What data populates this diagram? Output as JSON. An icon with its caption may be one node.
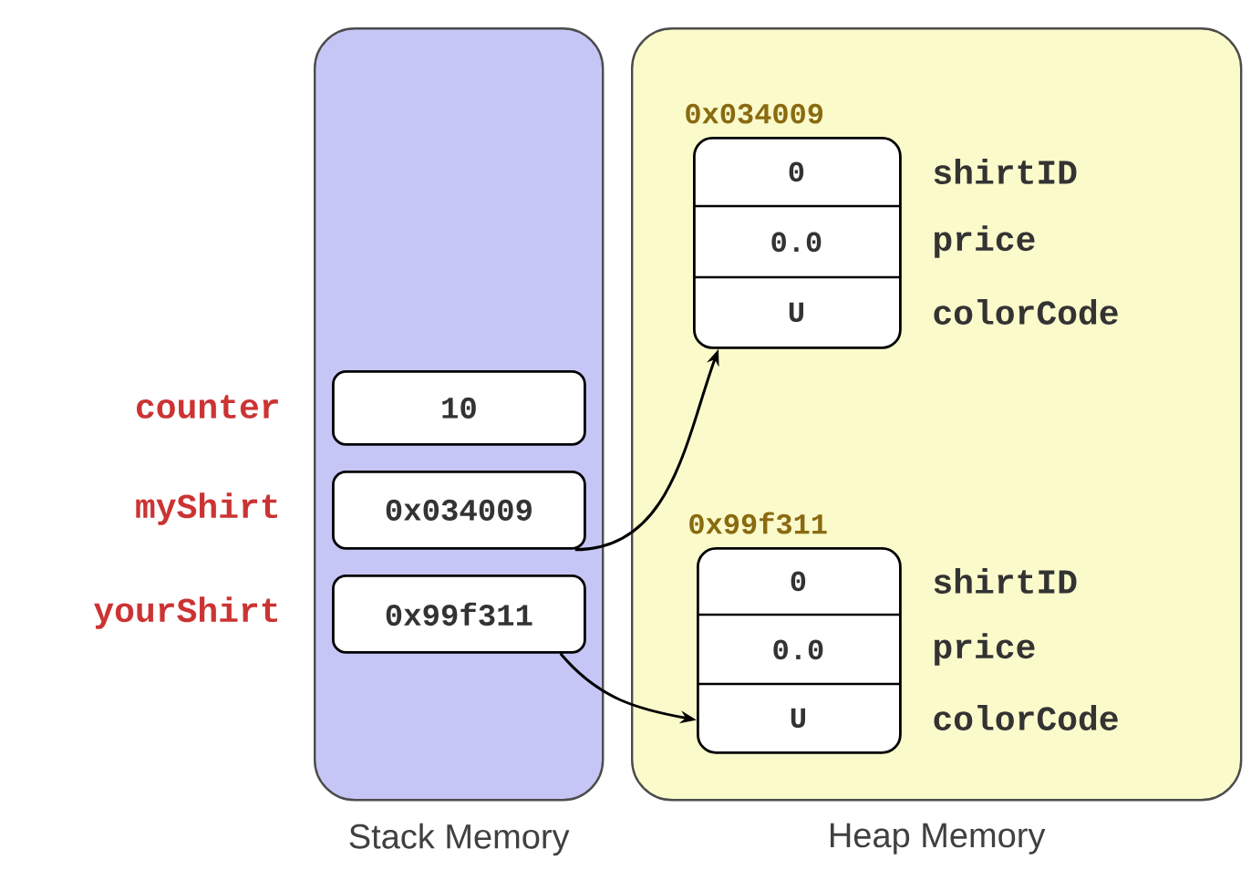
{
  "diagram": {
    "nodes": [
      {
        "text": [
          "Stack Memory"
        ]
      },
      {
        "text": [
          "Heap Memory"
        ]
      },
      {
        "text": [
          "10"
        ],
        "in": 0,
        "beside": [
          "counter"
        ]
      },
      {
        "text": [
          "0x034009"
        ],
        "in": 0,
        "beside": [
          "myShirt"
        ]
      },
      {
        "text": [
          "0x99f311"
        ],
        "in": 0,
        "beside": [
          "yourShirt"
        ]
      },
      {
        "text": [
          "0x034009"
        ],
        "in": 1
      },
      {
        "text": [
          "0"
        ],
        "in": 5,
        "beside": [
          "shirtID"
        ]
      },
      {
        "text": [
          "0.0"
        ],
        "in": 5,
        "beside": [
          "price"
        ]
      },
      {
        "text": [
          "U"
        ],
        "in": 5,
        "beside": [
          "colorCode"
        ]
      },
      {
        "text": [
          "0x99f311"
        ],
        "in": 1
      },
      {
        "text": [
          "0"
        ],
        "in": 9,
        "beside": [
          "shirtID"
        ]
      },
      {
        "text": [
          "0.0"
        ],
        "in": 9,
        "beside": [
          "price"
        ]
      },
      {
        "text": [
          "U"
        ],
        "in": 9,
        "beside": [
          "colorCode"
        ]
      }
    ],
    "edges": [
      {
        "from": 3,
        "to": 5,
        "arrow": "to"
      },
      {
        "from": 4,
        "to": 9,
        "arrow": "to"
      }
    ]
  }
}
